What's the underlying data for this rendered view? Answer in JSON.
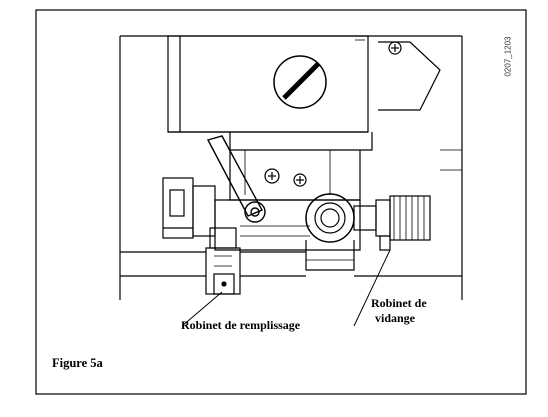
{
  "figure": {
    "caption": "Figure 5a",
    "drawing_code": "0207_1203",
    "labels": {
      "fill_valve": "Robinet de remplissage",
      "drain_valve_line1": "Robinet de",
      "drain_valve_line2": "vidange"
    }
  },
  "colors": {
    "line": "#000000",
    "background": "#ffffff"
  }
}
